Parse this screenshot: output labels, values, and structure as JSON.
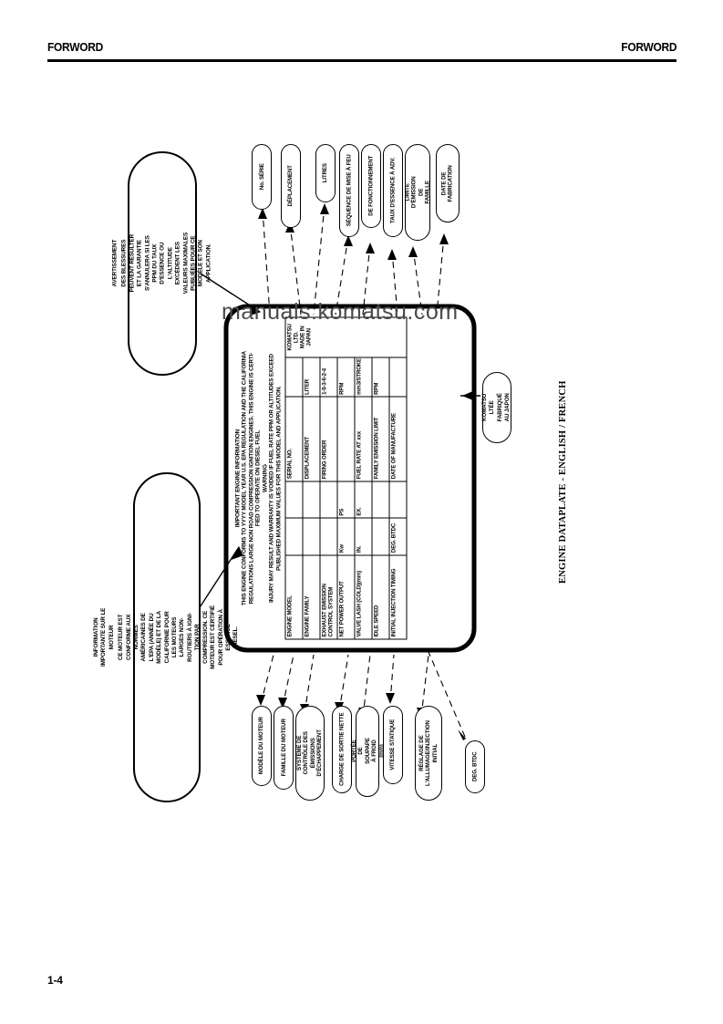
{
  "header": {
    "left_title": "FORWORD",
    "right_title": "FORWORD"
  },
  "footer": {
    "page_number": "1-4"
  },
  "watermark": {
    "text": "manuals.komatsu.com"
  },
  "figure": {
    "caption": "ENGINE DATAPLATE - ENGLISH / FRENCH",
    "nameplate": {
      "title": "IMPORTANT ENGINE INFORMATION",
      "conformance_line1": "THIS ENGINE CONFORMS TO YYYY MODEL YEAR U.S. EPA REGULATION AND THE CALIFORNIA",
      "conformance_line2": "REGULATIONS LARGE NON ROAD COMPRESSION IGNITION ENGINES. THIS ENGINE IS CERTI-",
      "conformance_line3": "FIED TO OPERATE ON DIESEL FUEL",
      "warning_title": "WARNING",
      "warning_line1": "INJURY MAY RESULT AND WARRANTY IS VOIDED IF FUEL RATE PPM OR ALTITUDES EXCEED",
      "warning_line2": "PUBLISHED MAXIMUM VALUES FOR THIS MODEL AND APPLICATION.",
      "rows": [
        {
          "label": "ENGINE MODEL",
          "unit": "",
          "right_label": "SERIAL NO.",
          "right_unit": ""
        },
        {
          "label": "ENGINE FAMILY",
          "unit": "",
          "right_label": "DISPLACEMENT",
          "right_unit": "LITER"
        },
        {
          "label": "EXHAUST EMISSION CONTROL SYSTEM",
          "unit": "",
          "right_label": "FIRING ORDER",
          "right_unit": "1-5-3-6-2-4"
        },
        {
          "label": "NET POWER OUTPUT",
          "unit": "Kw",
          "unit2": "PS",
          "right_label": "",
          "right_unit": "RPM"
        },
        {
          "label": "VALVE LASH (COLD)(mm)",
          "unit": "IN.",
          "unit2": "EX.",
          "right_label": "FUEL RATE AT xxx",
          "right_unit": "mm3/STROKE"
        },
        {
          "label": "IDLE SPEED",
          "unit": "",
          "right_label": "FAMILY EMISSION LIMIT",
          "right_unit": "RPM"
        },
        {
          "label": "INITIAL INJECTION TIMING",
          "unit": "DEG. BTDC",
          "right_label": "DATE OF MANUFACTURE",
          "right_unit": ""
        }
      ],
      "maker_line1": "KOMATSU LTD.",
      "maker_line2": "MADE IN JAPAN"
    },
    "warning_box_fr": {
      "title": "AVERTISSEMENT",
      "line1": "DES BLESSURES PEUVENT RÉSULTER ET LA GARANTIE",
      "line2": "S'ANNULERA SI LES PPM DU TAUX D'ESSENCE OU L'ALTITUDE",
      "line3": "EXCÈDENT LES VALEURS MAXIMALES PUBLIÉES POUR CE",
      "line4": "MODÈLE ET SON APPLICATION."
    },
    "info_box_fr": {
      "title": "INFORMATION IMPORTANTE SUR LE MOTEUR",
      "line1": "CE MOTEUR EST CONFORME AUX NORMES AMÉRICAINES DE L'EPA (ANNÉE DU",
      "line2": "MODÈLE) ET DE LA CALIFORNIE POUR LES MOTEURS LARGES NON-ROUTIERS À IGNI-",
      "line3": "TION PAR COMPRESSION. CE MOTEUR EST CERTIFIÉ POUR OPÉRATION À ESSENCE",
      "line4": "DIESEL."
    },
    "maker_box_fr": {
      "line1": "KOMATSU LTÉE",
      "line2": "FABRIQUÉ AU JAPON"
    },
    "callouts_top": [
      {
        "id": "serial-no",
        "text": "No. SÉRIE"
      },
      {
        "id": "displacement",
        "text": "DÉPLACEMENT"
      },
      {
        "id": "liter",
        "text": "LITRES"
      },
      {
        "id": "firing-order",
        "text": "SÉQUENCE DE MISE À FEU"
      },
      {
        "id": "fuel-rate-at",
        "text": "DE FONCTIONNEMENT"
      },
      {
        "id": "fuel-rate",
        "text": "TAUX D'ESSENCE À ADV."
      },
      {
        "id": "family-emission-limit",
        "text": "LIMITE D'ÉMISSION DE FAMILLE"
      },
      {
        "id": "date-of-manufacture",
        "text": "DATE DE FABRICATION"
      }
    ],
    "callouts_bottom": [
      {
        "id": "engine-model",
        "text": "MODÈLE DU MOTEUR"
      },
      {
        "id": "engine-family",
        "text": "FAMILLE DU MOTEUR"
      },
      {
        "id": "emission-control",
        "text": "SYSTÈME DE CONTRÔLE DES ÉMISSIONS D'ÉCHAPPEMENT"
      },
      {
        "id": "net-power",
        "text": "CHARGE DE SORTIE NETTE"
      },
      {
        "id": "valve-lash",
        "text": "PORTÉE DE SOUPAPE À FROID (mm)"
      },
      {
        "id": "idle-speed",
        "text": "VITESSE STATIQUE"
      },
      {
        "id": "injection-timing",
        "text": "RÉGLAGE DE L'ALLUMAGE/INJECTION INITIAL"
      },
      {
        "id": "deg-btdc",
        "text": "DEG. BTDC"
      }
    ]
  }
}
